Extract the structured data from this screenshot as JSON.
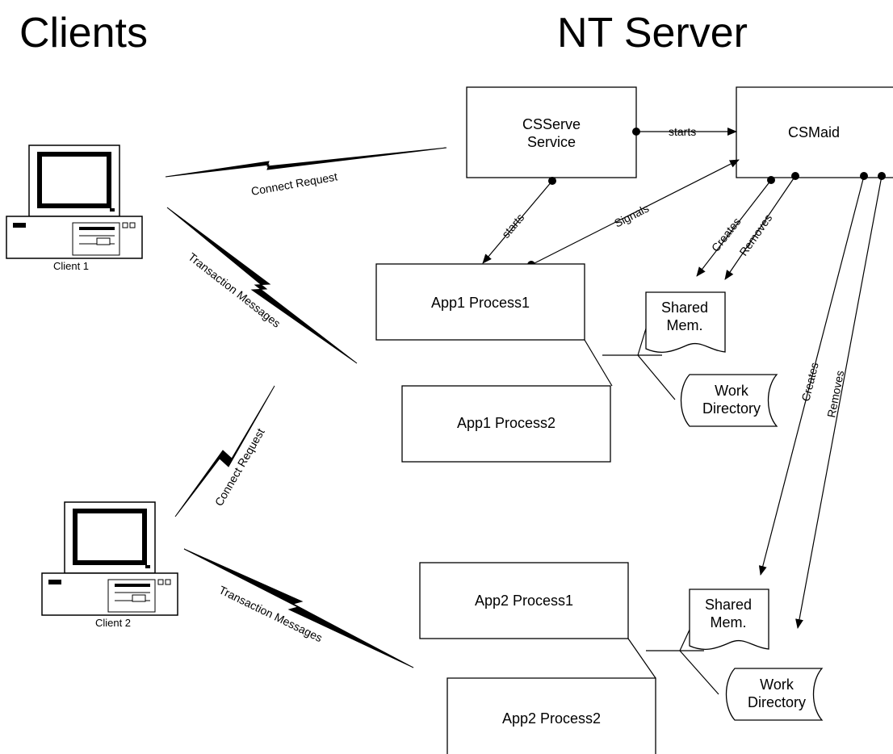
{
  "headings": {
    "clients": "Clients",
    "server": "NT Server"
  },
  "clients": [
    {
      "label": "Client 1",
      "icon": "computer-icon"
    },
    {
      "label": "Client 2",
      "icon": "computer-icon"
    }
  ],
  "nodes": {
    "csserve_line1": "CSServe",
    "csserve_line2": "Service",
    "csmaid": "CSMaid",
    "app1_process1": "App1 Process1",
    "app1_process2": "App1 Process2",
    "app2_process1": "App2 Process1",
    "app2_process2": "App2 Process2",
    "shared_mem_1_line1": "Shared",
    "shared_mem_1_line2": "Mem.",
    "work_dir_1_line1": "Work",
    "work_dir_1_line2": "Directory",
    "shared_mem_2_line1": "Shared",
    "shared_mem_2_line2": "Mem.",
    "work_dir_2_line1": "Work",
    "work_dir_2_line2": "Directory"
  },
  "connections": {
    "client1_connect": "Connect Request",
    "client1_transaction": "Transaction Messages",
    "client2_connect": "Connect Request",
    "client2_transaction": "Transaction Messages",
    "csserve_starts_csmaid": "starts",
    "csserve_starts_app1": "starts",
    "app1_signals_csmaid": "Signals",
    "csmaid_creates_mem1": "Creates",
    "csmaid_removes_mem1": "Removes",
    "csmaid_creates_mem2": "Creates",
    "csmaid_removes_mem2": "Removes"
  }
}
